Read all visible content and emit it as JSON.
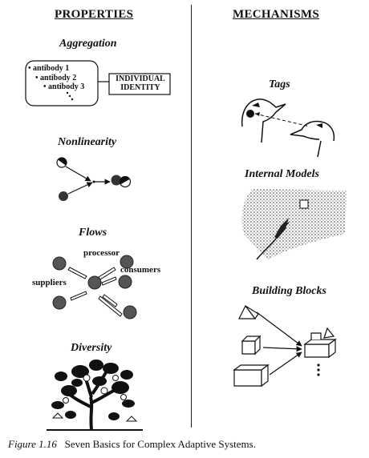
{
  "left_heading": "PROPERTIES",
  "right_heading": "MECHANISMS",
  "properties": {
    "aggregation": {
      "title": "Aggregation",
      "items": [
        "antibody 1",
        "antibody 2",
        "antibody 3"
      ],
      "box_line1": "INDIVIDUAL",
      "box_line2": "IDENTITY"
    },
    "nonlinearity": {
      "title": "Nonlinearity"
    },
    "flows": {
      "title": "Flows",
      "processor": "processor",
      "consumers": "consumers",
      "suppliers": "suppliers"
    },
    "diversity": {
      "title": "Diversity"
    }
  },
  "mechanisms": {
    "tags": {
      "title": "Tags"
    },
    "internal_models": {
      "title": "Internal Models"
    },
    "building_blocks": {
      "title": "Building Blocks"
    }
  },
  "caption": {
    "figure": "Figure 1.16",
    "text": "Seven Basics for Complex Adaptive Systems."
  }
}
